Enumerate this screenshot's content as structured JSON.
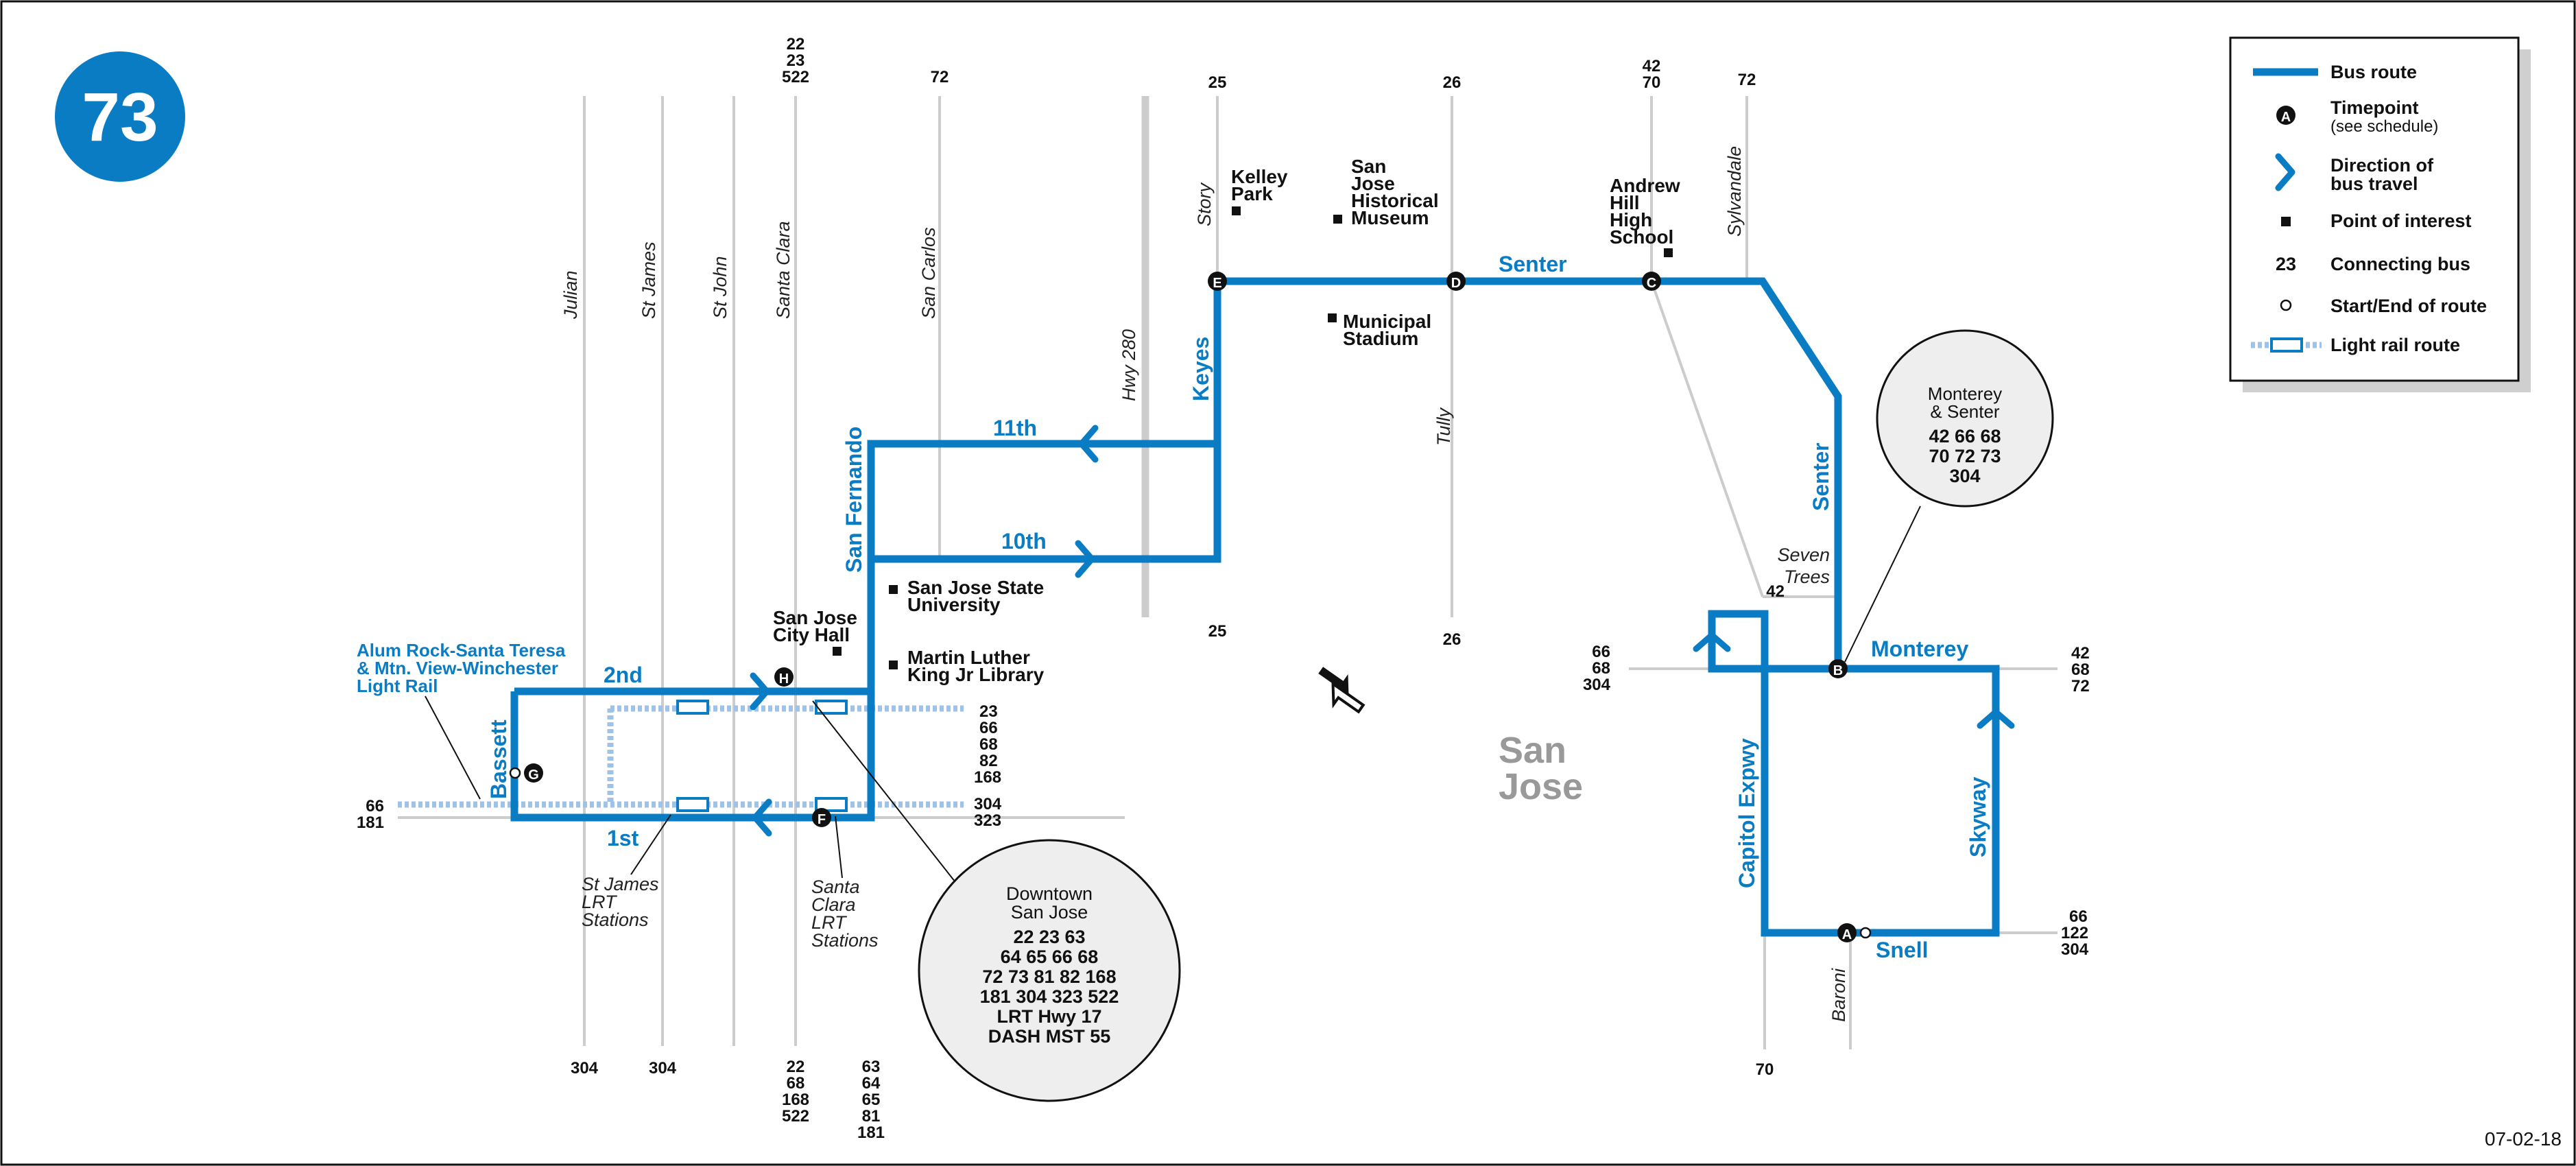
{
  "route": {
    "number": "73"
  },
  "colors": {
    "route": "#0a7cc4",
    "light_rail": "#9ec3e6",
    "street": "#cccccc",
    "dark": "#111111",
    "circle_fill": "#eeeeee"
  },
  "streets": {
    "julian": "Julian",
    "st_james": "St James",
    "st_john": "St John",
    "santa_clara": "Santa Clara",
    "san_carlos": "San Carlos",
    "hwy280": "Hwy 280",
    "story": "Story",
    "tully": "Tully",
    "sylvandale": "Sylvandale",
    "seven_trees": [
      "Seven",
      "Trees"
    ],
    "baroni": "Baroni"
  },
  "route_labels": {
    "second": "2nd",
    "first": "1st",
    "bassett": "Bassett",
    "san_fernando": "San Fernando",
    "eleventh": "11th",
    "tenth": "10th",
    "keyes": "Keyes",
    "senter_top": "Senter",
    "senter_side": "Senter",
    "monterey": "Monterey",
    "capitol": "Capitol Expwy",
    "skyway": "Skyway",
    "snell": "Snell"
  },
  "connections": {
    "top_santa_clara": [
      "22",
      "23",
      "522"
    ],
    "top_san_carlos": [
      "72"
    ],
    "top_story": [
      "25"
    ],
    "top_tully": [
      "26"
    ],
    "top_andrew": [
      "42",
      "70"
    ],
    "top_sylvandale": [
      "72"
    ],
    "hwy280_bottom": [
      "25"
    ],
    "tully_bottom": [
      "26"
    ],
    "left_west": [
      "66",
      "181"
    ],
    "right_downtown": [
      "23",
      "66",
      "68",
      "82",
      "168",
      "304",
      "323"
    ],
    "bottom_julian": [
      "304"
    ],
    "bottom_st_james": [
      "304"
    ],
    "bottom_santa_clara": [
      "22",
      "68",
      "168",
      "522"
    ],
    "bottom_san_fernando": [
      "63",
      "64",
      "65",
      "81",
      "181"
    ],
    "monterey_west": [
      "66",
      "68",
      "304"
    ],
    "monterey_east": [
      "42",
      "68",
      "72"
    ],
    "seven_trees": [
      "42"
    ],
    "snell_east": [
      "66",
      "122",
      "304"
    ],
    "capitol_bottom": [
      "70"
    ]
  },
  "poi": {
    "kelley_park": [
      "Kelley",
      "Park"
    ],
    "historical_museum": [
      "San",
      "Jose",
      "Historical",
      "Museum"
    ],
    "municipal_stadium": [
      "Municipal",
      "Stadium"
    ],
    "andrew_hill": [
      "Andrew",
      "Hill",
      "High",
      "School"
    ],
    "sjsu": [
      "San Jose State",
      "University"
    ],
    "city_hall": [
      "San Jose",
      "City Hall"
    ],
    "mlk_library": [
      "Martin Luther",
      "King Jr Library"
    ]
  },
  "timepoints": {
    "a": "A",
    "b": "B",
    "c": "C",
    "d": "D",
    "e": "E",
    "f": "F",
    "g": "G",
    "h": "H"
  },
  "light_rail_label": [
    "Alum Rock-Santa Teresa",
    "& Mtn. View-Winchester",
    "Light Rail"
  ],
  "lrt_stations": {
    "st_james": [
      "St James",
      "LRT",
      "Stations"
    ],
    "santa_clara": [
      "Santa",
      "Clara",
      "LRT",
      "Stations"
    ]
  },
  "city_label": [
    "San",
    "Jose"
  ],
  "downtown_circle": {
    "title": [
      "Downtown",
      "San Jose"
    ],
    "lines": [
      "22   23   63",
      "64   65   66   68",
      "72   73   81   82   168",
      "181   304   323   522",
      "LRT   Hwy 17",
      "DASH   MST 55"
    ]
  },
  "monterey_circle": {
    "title": [
      "Monterey",
      "& Senter"
    ],
    "lines": [
      "42   66   68",
      "70   72   73",
      "304"
    ]
  },
  "legend": {
    "bus_route": "Bus route",
    "timepoint_icon": "A",
    "timepoint": [
      "Timepoint",
      "(see schedule)"
    ],
    "direction": [
      "Direction of",
      "bus travel"
    ],
    "poi": "Point of interest",
    "connecting_icon": "23",
    "connecting": "Connecting bus",
    "start_end": "Start/End of route",
    "light_rail": "Light rail route"
  },
  "date": "07-02-18"
}
